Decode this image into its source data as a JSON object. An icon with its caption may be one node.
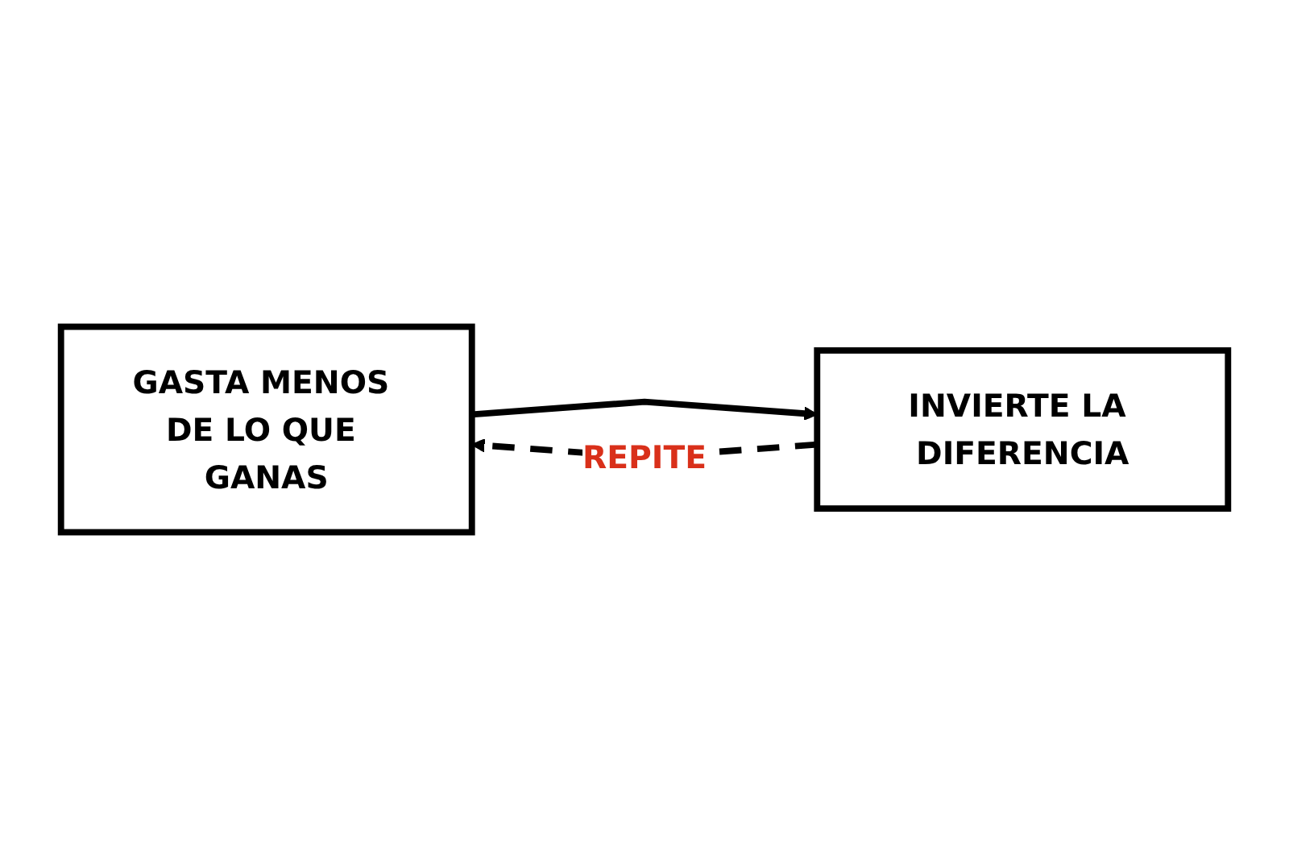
{
  "diagram": {
    "nodes": [
      {
        "text": [
          "GASTA MENOS DE LO QUE GANAS"
        ]
      },
      {
        "text": [
          "INVIERTE LA DIFERENCIA"
        ]
      }
    ],
    "edges": [
      {
        "from": 0,
        "to": 1,
        "arrow": "to"
      },
      {
        "from": 1,
        "to": 0,
        "arrow": "to",
        "label": "REPITE",
        "style": "dashed"
      }
    ]
  }
}
